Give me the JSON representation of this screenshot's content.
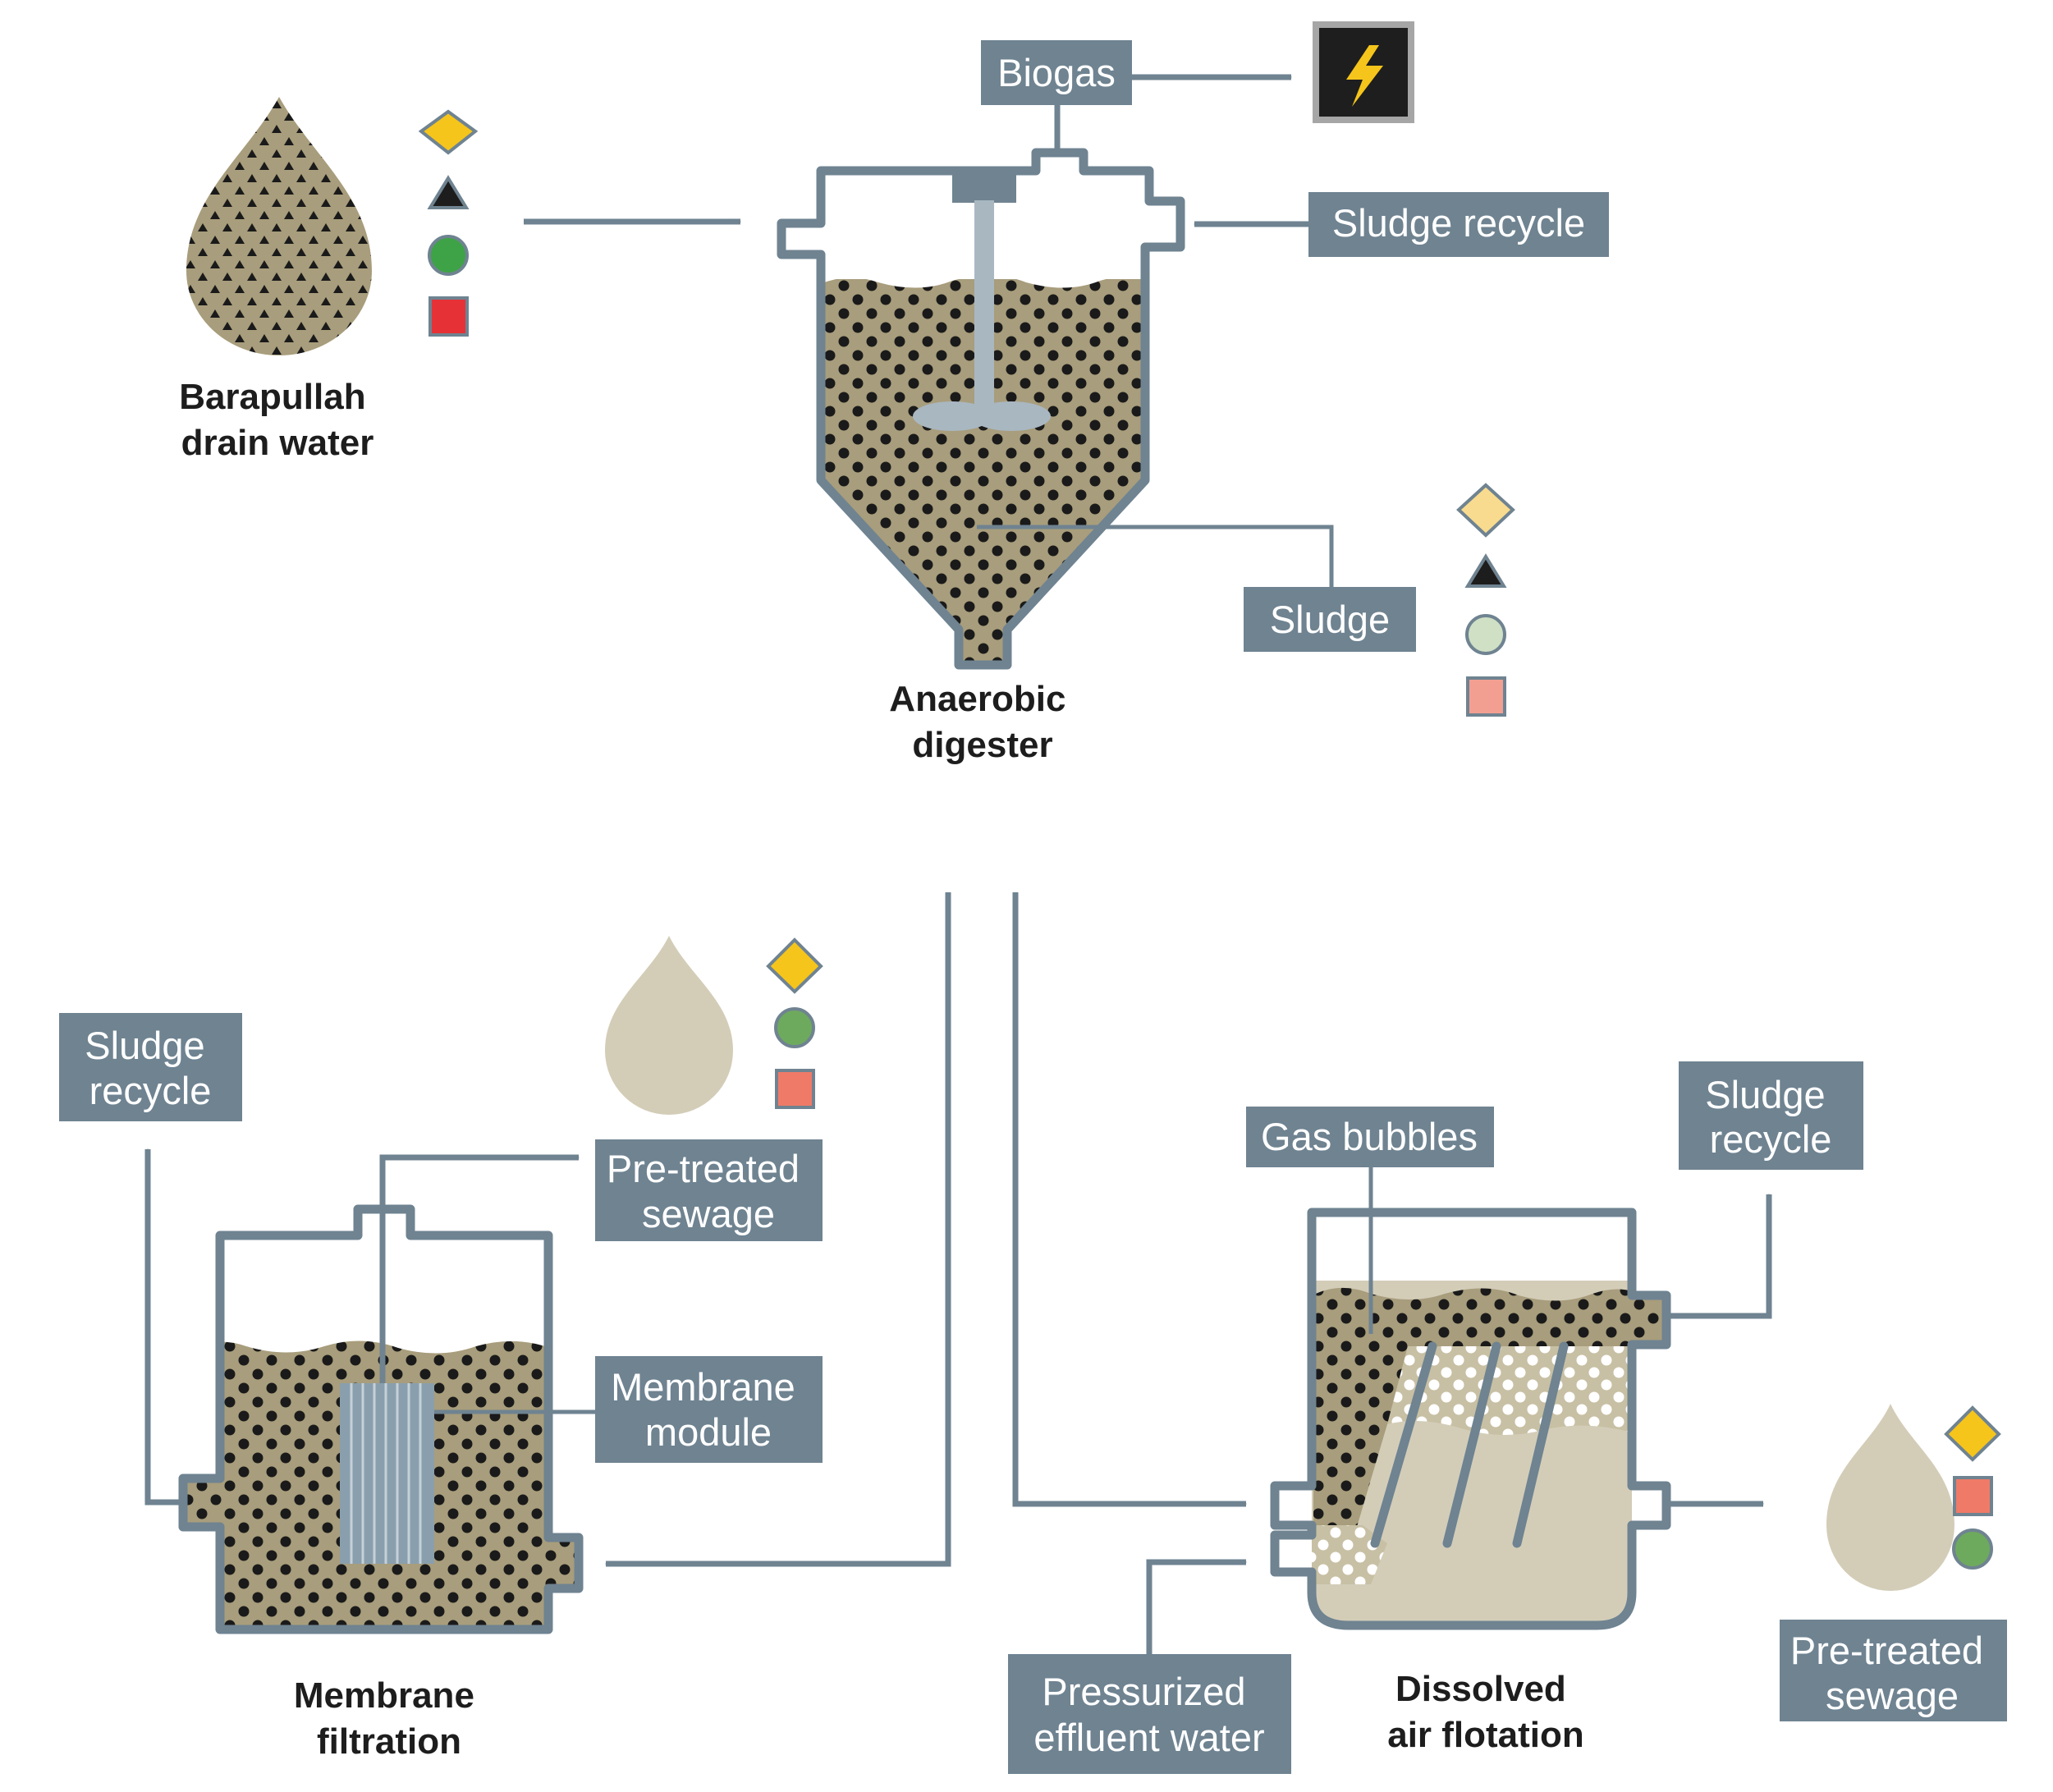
{
  "labels": {
    "biogas": "Biogas",
    "sludge_recycle_top": "Sludge recycle",
    "sludge": "Sludge",
    "sludge_recycle_left": [
      "Sludge",
      "recycle"
    ],
    "pretreated_sewage_mid": [
      "Pre-treated",
      "sewage"
    ],
    "membrane_module": [
      "Membrane",
      "module"
    ],
    "gas_bubbles": "Gas bubbles",
    "sludge_recycle_right": [
      "Sludge",
      "recycle"
    ],
    "pressurized_effluent_water": [
      "Pressurized",
      "effluent water"
    ],
    "pretreated_sewage_right": [
      "Pre-treated",
      "sewage"
    ]
  },
  "captions": {
    "drain_water": [
      "Barapullah",
      "drain water"
    ],
    "anaerobic_digester": [
      "Anaerobic",
      "digester"
    ],
    "membrane_filtration": [
      "Membrane",
      "filtration"
    ],
    "dissolved_air_flotation": [
      "Dissolved",
      "air flotation"
    ]
  },
  "icons": {
    "energy": "lightning-bolt-icon",
    "marker_shapes": [
      "diamond",
      "triangle",
      "circle",
      "square"
    ]
  },
  "colors": {
    "pipe": "#6f8391",
    "label_box": "#6f8391",
    "sludge_fill": "#a89d7c",
    "clean_water": "#d3cdb8",
    "dot": "#1a1a1a",
    "stirrer": "#a9b7c1",
    "membrane": "#8a9fad",
    "gold": "#f6c51b",
    "green": "#3ea346",
    "red": "#e63236",
    "pale_gold": "#f8db8e",
    "pale_green": "#cfe0c5",
    "pale_red": "#f29f92",
    "light_green": "#6eaa5d",
    "light_red": "#ef7a67",
    "energy_box": "#1e1e1e",
    "energy_border": "#a6a6a6"
  }
}
